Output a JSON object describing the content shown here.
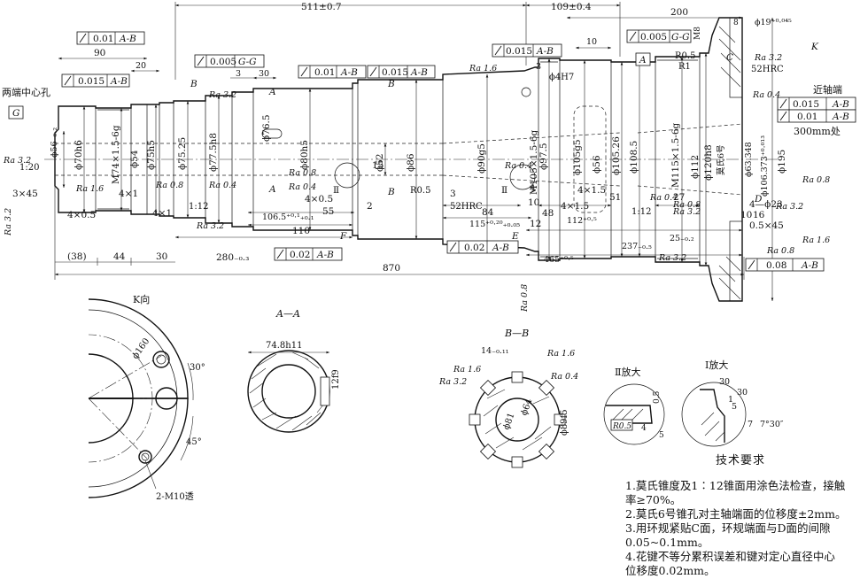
{
  "views": {
    "k_view": "K向",
    "a_a": "A—A",
    "b_b": "B—B",
    "detail_2": "Ⅱ放大",
    "detail_1": "Ⅰ放大"
  },
  "labels": {
    "center_holes": "两端中心孔",
    "near_bearing": "近轴端",
    "at_300": "300mm处",
    "hrc_left": "52HRC",
    "hrc_right": "52HRC",
    "hole_note": "2-M10透",
    "datum_g": "G",
    "datum_a": "A",
    "taper_120": "1:20",
    "taper_12a": "1:12",
    "taper_12b": "1:12",
    "roman_1": "Ⅰ",
    "roman_2": "Ⅱ",
    "label_a": "A",
    "label_b": "B",
    "label_c": "C",
    "label_d": "D",
    "label_e": "E",
    "label_f": "F",
    "label_k": "K",
    "label_r1": "R1",
    "label_r05": "R0.5",
    "label_m8": "M8",
    "label_4h7": "ϕ4H7"
  },
  "dims": {
    "d511": "511±0.7",
    "d109": "109±0.4",
    "d200": "200",
    "d8": "8",
    "d19": "ϕ19⁺⁰·⁰⁴⁵",
    "d90": "90",
    "d20": "20",
    "d3": "3",
    "d30": "30",
    "d10": "10",
    "d3x45": "3×45",
    "d4x05": "4×0.5",
    "d4x1a": "4×1",
    "d4x1b": "4×1",
    "d4x05b": "4×0.5",
    "d55": "55",
    "d1065": "106.5⁺⁰·¹₊₀.₁",
    "d110": "110",
    "d280": "280₋₀.₃",
    "d870": "870",
    "d38": "(38)",
    "d44": "44",
    "d30b": "30",
    "d15": "15",
    "d2": "2",
    "d3b": "3",
    "d84": "84",
    "d115": "115⁺⁰·²⁰₊₀.₀₅",
    "d12": "12",
    "d48": "48",
    "d4": "4",
    "d10b": "10",
    "d4x15": "4×1.5",
    "d4x15b": "4×1.5",
    "d51": "51",
    "d27": "27",
    "d112": "112⁺⁰·⁵",
    "d237": "237₋₀.₅",
    "d465": "465⁺⁰·⁵",
    "d25": "25₋₀.₂",
    "d16": "16",
    "d4phi23": "4—ϕ23",
    "d05x45": "0.5×45",
    "d10c": "10",
    "phi56": "ϕ56₋₀.₂",
    "phi70h6": "ϕ70h6",
    "m74": "M74×1.5-6g",
    "phi54": "ϕ54",
    "phi75h5": "ϕ75h5",
    "phi7525": "ϕ75.25",
    "phi775h8": "ϕ77.5h8",
    "phi765": "ϕ76.5",
    "phi80h5": "ϕ80h5",
    "phi52": "ϕ52",
    "phi86": "ϕ86",
    "phi90g5": "ϕ90g5",
    "m105": "M105×1.5-6g",
    "phi975": "ϕ97.5",
    "phi105g5": "ϕ105g5",
    "phi56b": "ϕ56",
    "phi10526": "ϕ105.26",
    "phi1085": "ϕ108.5",
    "m115": "M115×1.5-6g",
    "phi112": "ϕ112",
    "phi120h8": "ϕ120h8",
    "mohs": "莫氏6号",
    "phi63348": "ϕ63.348",
    "phi106373": "ϕ106.373⁺⁰·⁰¹³",
    "phi195": "ϕ195",
    "aa_width": "74.8h11",
    "aa_12f9": "12f9",
    "bb_14": "14₋₀.₁₁",
    "bb_81": "ϕ81",
    "bb_64": "ϕ64",
    "bb_89": "ϕ89f5",
    "k_160": "ϕ160",
    "k_30": "30°",
    "k_45": "45°",
    "det2_05": "0.5",
    "det2_4": "4",
    "det2_5": "5",
    "det2_r": "R0.5",
    "det1_30a": "30",
    "det1_30b": "30",
    "det1_1": "1",
    "det1_5": "5",
    "det1_7": "7",
    "det1_ang": "7°30″"
  },
  "frames": {
    "f1": {
      "val": "0.01",
      "dat": "A-B"
    },
    "f2": {
      "val": "0.015",
      "dat": "A-B"
    },
    "f3": {
      "val": "0.005",
      "dat": "G-G"
    },
    "f4": {
      "val": "0.01",
      "dat": "A-B"
    },
    "f5": {
      "val": "0.015",
      "dat": "A-B"
    },
    "f6": {
      "val": "0.015",
      "dat": "A-B"
    },
    "f7": {
      "val": "0.005",
      "dat": "G-G"
    },
    "f8": {
      "val": "0.02",
      "dat": "A-B"
    },
    "f9": {
      "val": "0.02",
      "dat": "A-B"
    },
    "f10": {
      "val": "0.015",
      "dat": "A-B"
    },
    "f11": {
      "val": "0.01",
      "dat": "A-B"
    },
    "f12": {
      "val": "0.08",
      "dat": "A-B"
    }
  },
  "ra": {
    "r1": "Ra 3.2",
    "r2": "Ra 1.6",
    "r3": "Ra 3.2",
    "r4": "Ra 0.8",
    "r5": "Ra 0.4",
    "r6": "Ra 3.2",
    "r7": "Ra 0.8",
    "r8": "Ra 0.4",
    "r9": "Ra 1.6",
    "r10": "Ra 0.4",
    "r11": "Ra 3.2",
    "r12": "Ra 0.4",
    "r13": "Ra 0.8",
    "r14": "Ra 3.2",
    "r15": "Ra 1.6",
    "r16": "Ra 0.8",
    "r17": "Ra 0.4",
    "r18": "Ra 3.2",
    "r19": "Ra 0.8",
    "r20": "Ra 3.2",
    "r21": "Ra 1.6",
    "r22": "Ra 1.6",
    "r23": "Ra 3.2",
    "r24": "Ra 1.6",
    "r25": "Ra 0.4",
    "r26": "Ra 3.2",
    "r27": "Ra 0.8",
    "r28": "Ra 1.6",
    "r29": "Ra 0.4"
  },
  "notes": {
    "title": "技术要求",
    "items": [
      "1.莫氏锥度及1∶12锥面用涂色法检查，接触",
      "  率≥70%。",
      "2.莫氏6号锥孔对主轴端面的位移度±2mm。",
      "3.用环规紧贴C面，环规端面与D面的间隙",
      "  0.05~0.1mm。",
      "4.花键不等分累积误差和键对定心直径中心",
      "  位移度0.02mm。"
    ]
  }
}
